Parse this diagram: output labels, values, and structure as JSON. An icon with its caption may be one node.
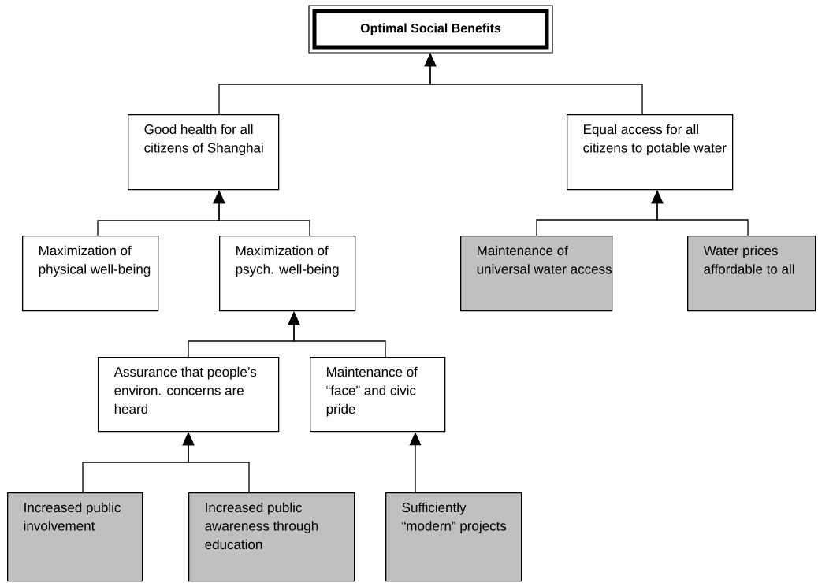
{
  "diagram": {
    "nodes": [
      {
        "text": [
          "Optimal Social Benefits"
        ]
      },
      {
        "text": [
          "Good health for all citizens of Shanghai"
        ]
      },
      {
        "text": [
          "Equal access for all citizens to potable water"
        ]
      },
      {
        "text": [
          "Maximization of physical well-being"
        ]
      },
      {
        "text": [
          "Maximization of psych. well-being"
        ]
      },
      {
        "text": [
          "Maintenance of universal water access"
        ]
      },
      {
        "text": [
          "Water prices affordable to all"
        ]
      },
      {
        "text": [
          "Assurance that people’s environ. concerns are heard"
        ]
      },
      {
        "text": [
          "Maintenance of “face” and civic pride"
        ]
      },
      {
        "text": [
          "Increased public involvement"
        ]
      },
      {
        "text": [
          "Increased public awareness through education"
        ]
      },
      {
        "text": [
          "Sufficiently “modern” projects"
        ]
      }
    ],
    "edges": [
      {
        "from": 1,
        "to": 0,
        "arrow": "to"
      },
      {
        "from": 2,
        "to": 0,
        "arrow": "to"
      },
      {
        "from": 3,
        "to": 1,
        "arrow": "to"
      },
      {
        "from": 4,
        "to": 1,
        "arrow": "to"
      },
      {
        "from": 5,
        "to": 2,
        "arrow": "to"
      },
      {
        "from": 6,
        "to": 2,
        "arrow": "to"
      },
      {
        "from": 7,
        "to": 4,
        "arrow": "to"
      },
      {
        "from": 8,
        "to": 4,
        "arrow": "to"
      },
      {
        "from": 9,
        "to": 7,
        "arrow": "to"
      },
      {
        "from": 10,
        "to": 7,
        "arrow": "to"
      },
      {
        "from": 11,
        "to": 8,
        "arrow": "to"
      }
    ]
  }
}
